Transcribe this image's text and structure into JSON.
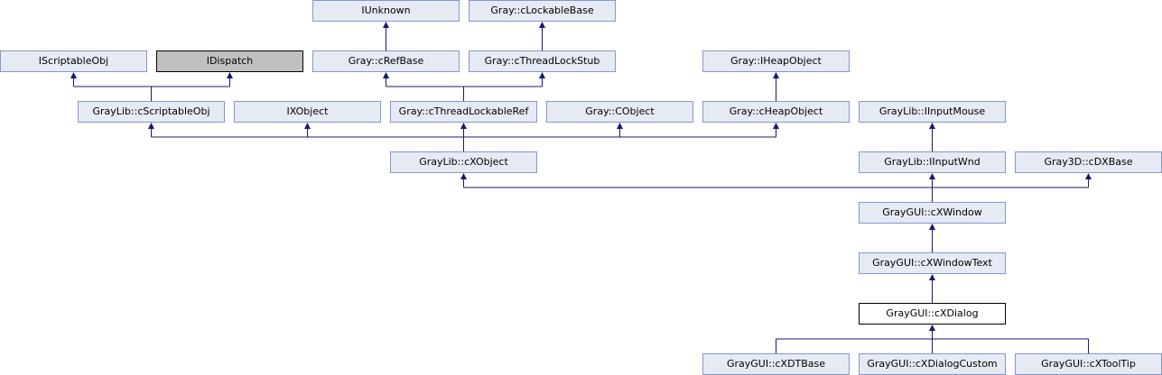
{
  "colors": {
    "node_fill": "#e6eaf5",
    "node_border": "#8497c8",
    "external_fill": "#c0c0c0",
    "focus_fill": "#ffffff",
    "edge": "#191970"
  },
  "nodes": {
    "iunknown": "IUnknown",
    "clockablebase": "Gray::cLockableBase",
    "iscriptableobj": "IScriptableObj",
    "idispatch": "IDispatch",
    "crefbase": "Gray::cRefBase",
    "cthreadlockstub": "Gray::cThreadLockStub",
    "iheapobject": "Gray::IHeapObject",
    "cscriptableobj": "GrayLib::cScriptableObj",
    "ixobject": "IXObject",
    "cthreadlockableref": "Gray::cThreadLockableRef",
    "cobject": "Gray::CObject",
    "cheapobject": "Gray::cHeapObject",
    "iinputmouse": "GrayLib::IInputMouse",
    "cxobject": "GrayLib::cXObject",
    "iinputwnd": "GrayLib::IInputWnd",
    "cdxbase": "Gray3D::cDXBase",
    "cxwindow": "GrayGUI::cXWindow",
    "cxwindowtext": "GrayGUI::cXWindowText",
    "cxdialog": "GrayGUI::cXDialog",
    "cxdtbase": "GrayGUI::cXDTBase",
    "cxdialogcustom": "GrayGUI::cXDialogCustom",
    "cxtooltip": "GrayGUI::cXToolTip"
  }
}
